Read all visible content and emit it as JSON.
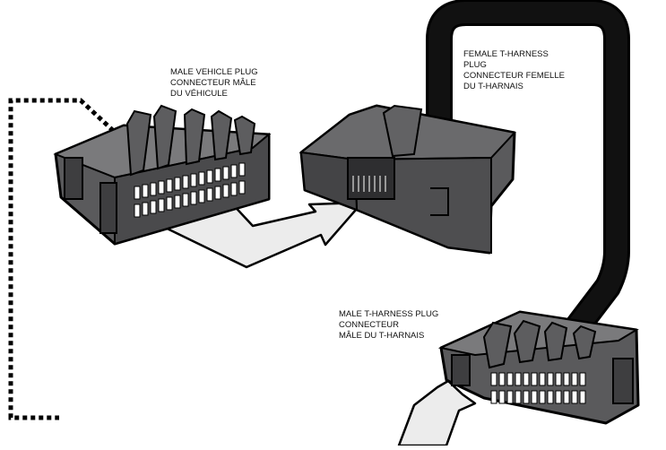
{
  "labels": {
    "male_vehicle_plug": [
      "MALE VEHICLE PLUG",
      "CONNECTEUR MÂLE",
      "DU VÉHICULE"
    ],
    "female_t_harness_plug": [
      "FEMALE T-HARNESS",
      "PLUG",
      "CONNECTEUR FEMELLE",
      "DU T-HARNAIS"
    ],
    "male_t_harness_plug": [
      "MALE T-HARNESS PLUG",
      "CONNECTEUR",
      "MÂLE DU T-HARNAIS"
    ]
  },
  "colors": {
    "connector_body": "#5a5a5c",
    "connector_dark": "#3e3e40",
    "connector_light": "#7a7a7c",
    "cable": "#111111",
    "arrow_fill": "#ececec",
    "outline": "#000000"
  }
}
